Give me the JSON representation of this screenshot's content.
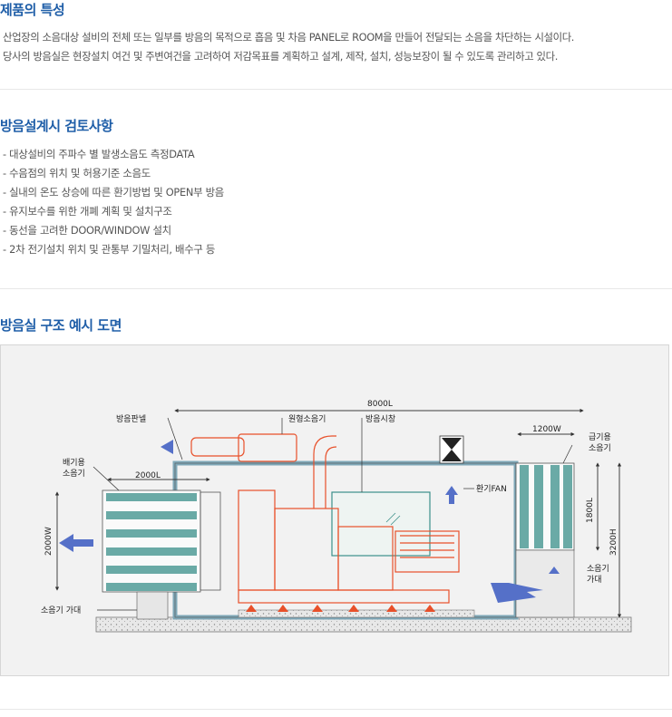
{
  "product_section": {
    "title": "제품의 특성",
    "lines": [
      "산업장의 소음대상 설비의 전체 또는 일부를 방음의 목적으로 흡음 및 차음 PANEL로 ROOM을 만들어 전달되는 소음을 차단하는 시설이다.",
      "당사의 방음실은 현장설치 여건 및 주변여건을 고려하여 저감목표를 계획하고 설계, 제작, 설치, 성능보장이 될 수 있도록 관리하고 있다."
    ]
  },
  "review_section": {
    "title": "방음설계시 검토사항",
    "items": [
      "- 대상설비의 주파수 별 발생소음도 측정DATA",
      "- 수음점의 위치 및 허용기준 소음도",
      "- 실내의 온도 상승에 따른 환기방법 및 OPEN부 방음",
      "- 유지보수를 위한 개폐 계획 및 설치구조",
      "- 동선을 고려한  DOOR/WINDOW 설치",
      "- 2차 전기설치 위치 및 관통부 기밀처리, 배수구 등"
    ]
  },
  "drawing_section": {
    "title": "방음실 구조 예시 도면",
    "labels": {
      "total_length": "8000L",
      "panel": "방음판넬",
      "silencer_main": "원형소음기",
      "window": "방음시창",
      "supply_width": "1200W",
      "supply_silencer": "급기용\n소음기",
      "exhaust_silencer": "배기용\n소음기",
      "exhaust_length": "2000L",
      "fan": "환기FAN",
      "exhaust_height": "2000W",
      "supply_height": "1800L",
      "room_height": "3200H",
      "silencer_stand_right": "소음기\n가대",
      "silencer_stand_left": "소음기 가대"
    },
    "colors": {
      "engine": "#e8502a",
      "silencer": "#3a8f8a",
      "panel": "#7fa8b8",
      "arrow": "#5570c8"
    }
  }
}
